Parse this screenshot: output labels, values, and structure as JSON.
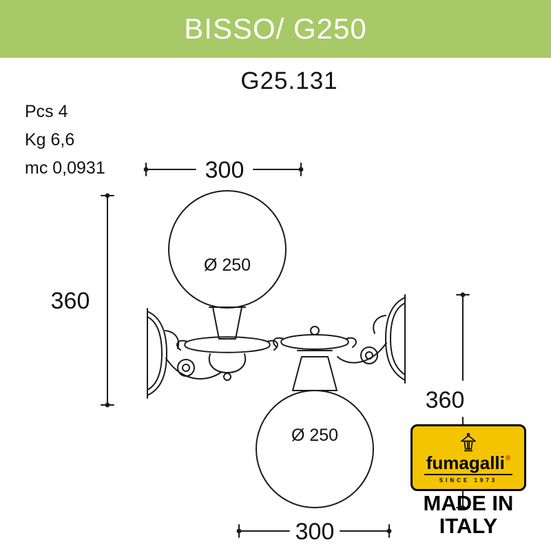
{
  "header": {
    "title": "BISSO/ G250"
  },
  "product_code": "G25.131",
  "specs": {
    "pcs": "Pcs 4",
    "kg": "Kg 6,6",
    "mc": "mc 0,0931"
  },
  "dimensions": {
    "top_width": "300",
    "left_height": "360",
    "right_height": "360",
    "bottom_width": "300",
    "globe_top": "Ø 250",
    "globe_bottom": "Ø 250"
  },
  "logo": {
    "brand": "fumagalli",
    "registered": "®",
    "since": "SINCE 1973",
    "made_line1": "MADE IN",
    "made_line2": "ITALY"
  },
  "colors": {
    "header_bg": "#a7c967",
    "logo_bg": "#f5c400",
    "accent_red": "#cc2229",
    "line": "#1a1a1a"
  }
}
